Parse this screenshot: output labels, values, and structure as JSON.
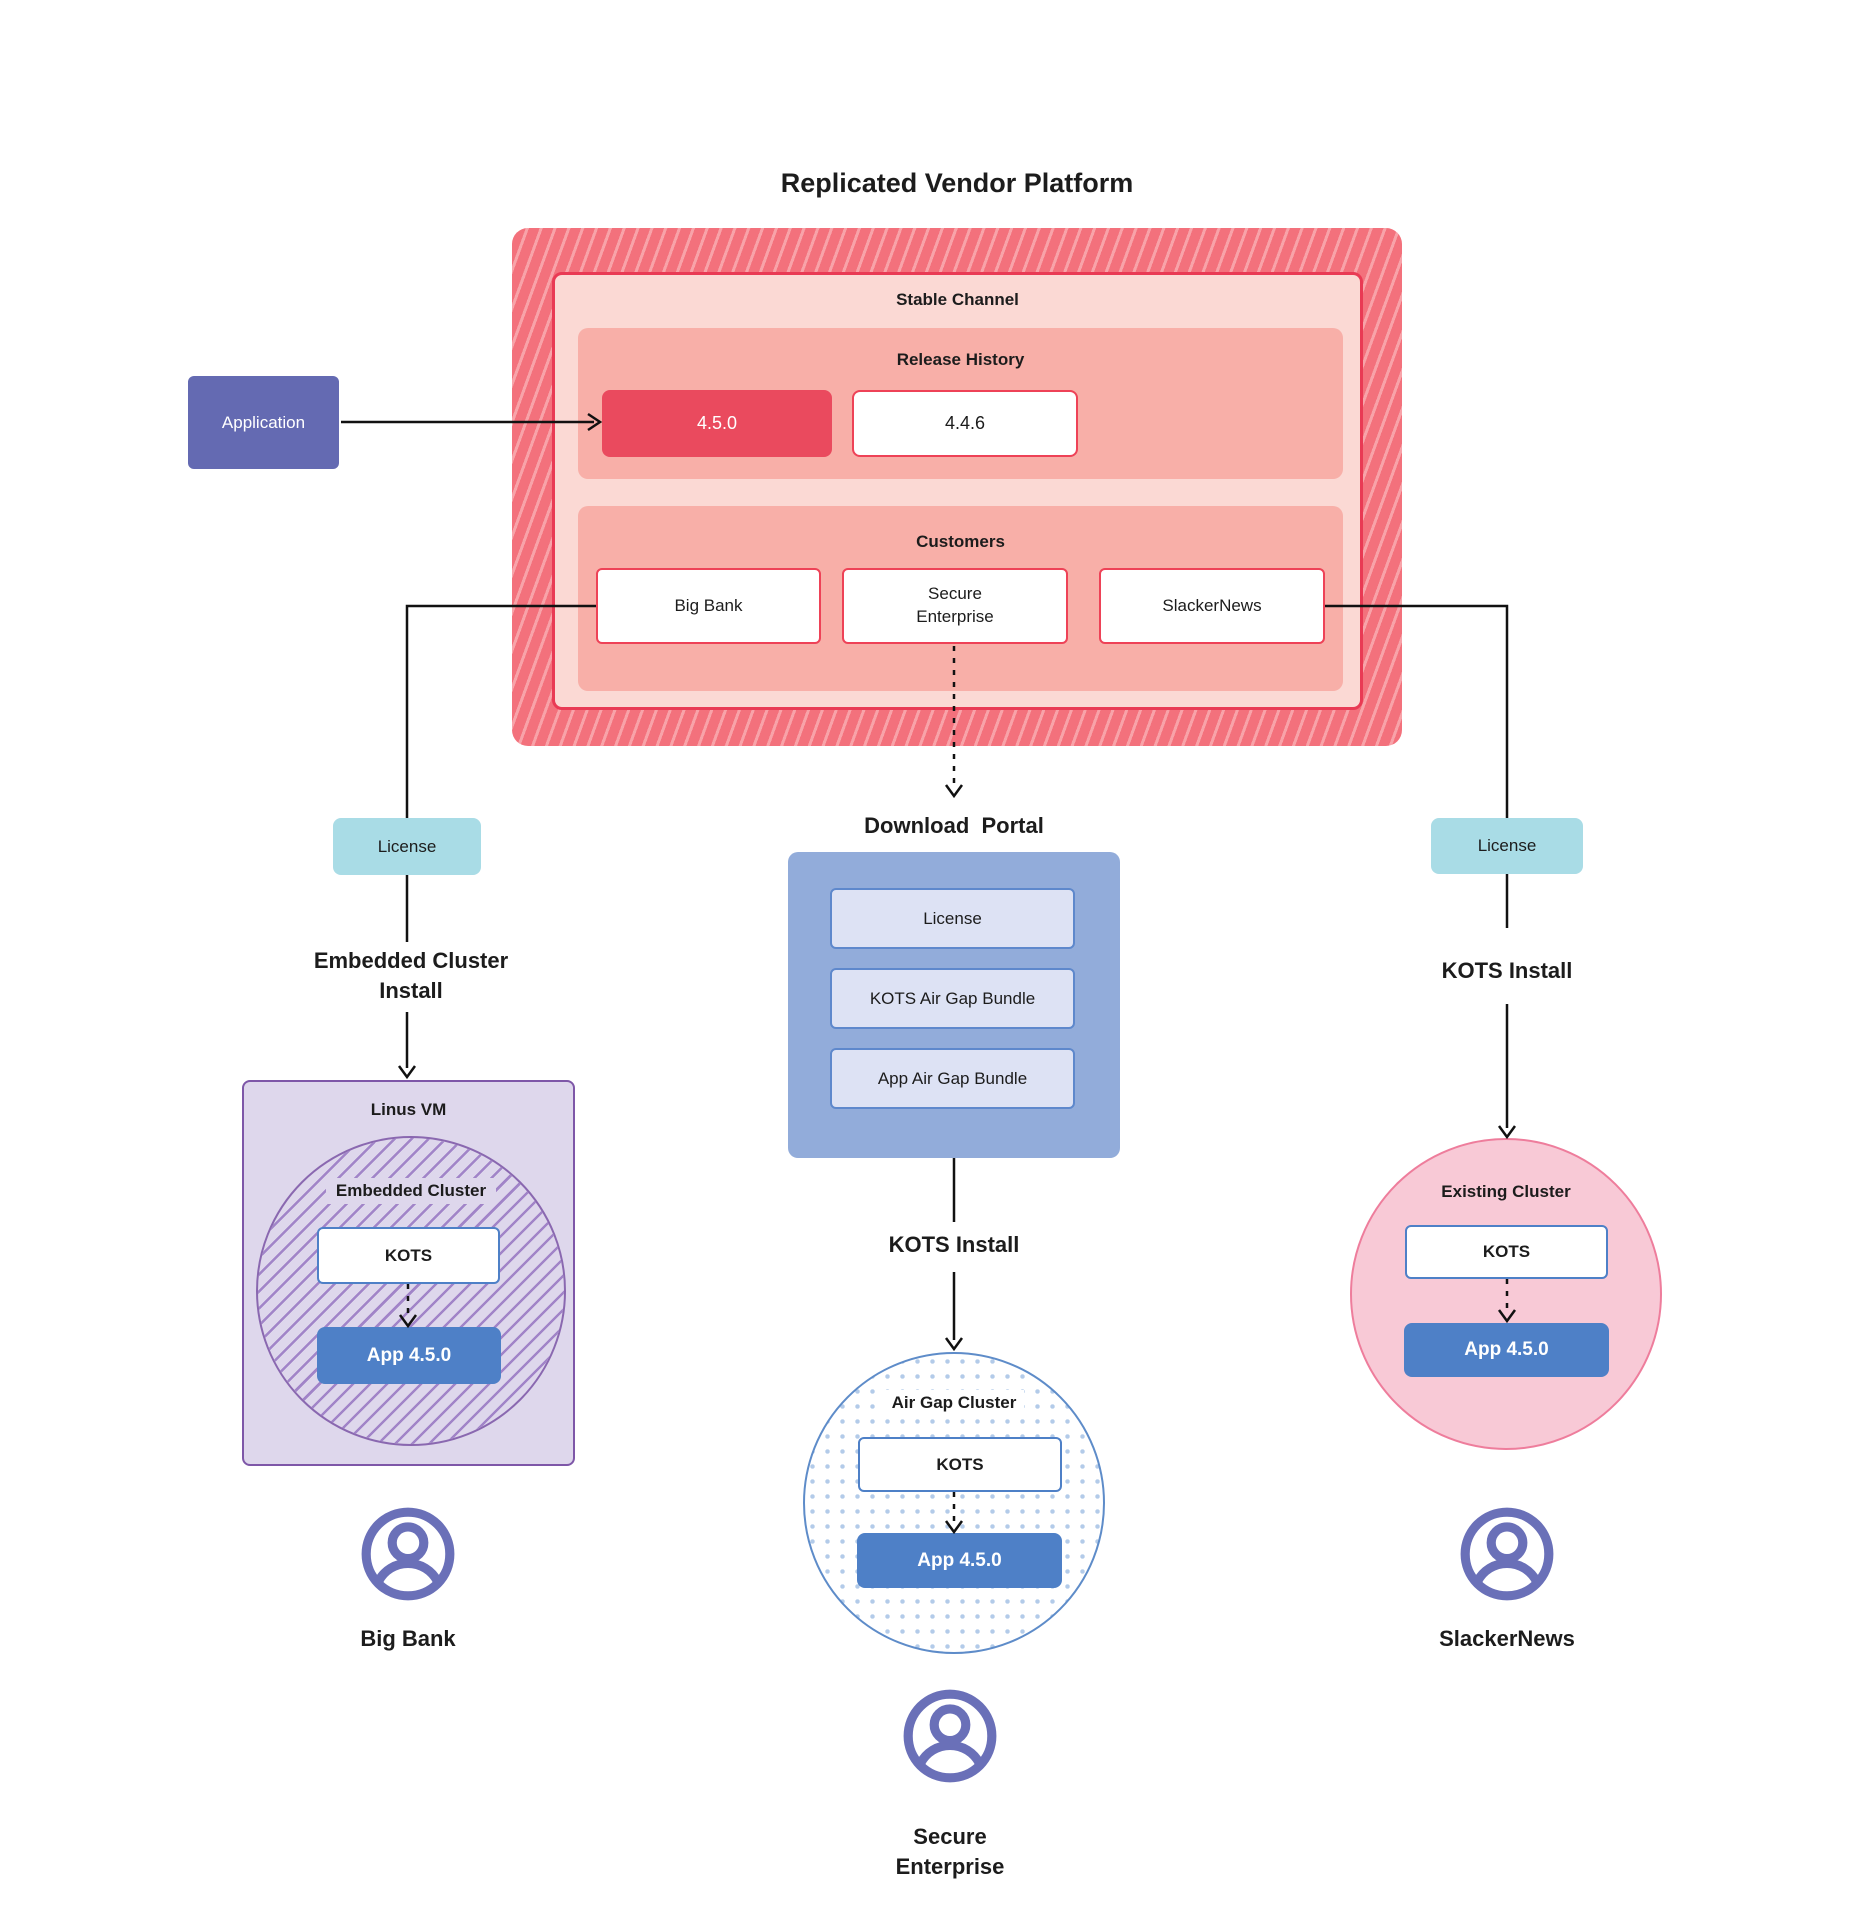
{
  "title": "Replicated Vendor Platform",
  "platform": {
    "stable_channel_label": "Stable Channel",
    "release_history": {
      "label": "Release History",
      "releases": [
        {
          "version": "4.5.0",
          "state": "current"
        },
        {
          "version": "4.4.6",
          "state": "previous"
        }
      ]
    },
    "customers": {
      "label": "Customers",
      "items": [
        {
          "name": "Big Bank"
        },
        {
          "name_line1": "Secure",
          "name_line2": "Enterprise"
        },
        {
          "name": "SlackerNews"
        }
      ]
    }
  },
  "application": {
    "label": "Application"
  },
  "left_branch": {
    "license_label": "License",
    "install_line1": "Embedded Cluster",
    "install_line2": "Install",
    "vm_label": "Linus VM",
    "cluster_label": "Embedded Cluster",
    "kots_label": "KOTS",
    "app_label": "App 4.5.0",
    "customer_name": "Big Bank"
  },
  "middle_branch": {
    "portal_label": "Download  Portal",
    "portal_items": [
      {
        "label": "License"
      },
      {
        "label": "KOTS Air Gap Bundle"
      },
      {
        "label": "App Air Gap Bundle"
      }
    ],
    "install_label": "KOTS Install",
    "cluster_label": "Air Gap Cluster",
    "kots_label": "KOTS",
    "app_label": "App 4.5.0",
    "customer_line1": "Secure",
    "customer_line2": "Enterprise"
  },
  "right_branch": {
    "license_label": "License",
    "install_label": "KOTS Install",
    "cluster_label": "Existing Cluster",
    "kots_label": "KOTS",
    "app_label": "App 4.5.0",
    "customer_name": "SlackerNews"
  },
  "colors": {
    "hatch_red_base": "#f3717c",
    "hatch_red_stripe": "#f8a3a9",
    "stable_bg": "#fbd9d4",
    "stable_border": "#e93a54",
    "section_salmon": "#f8afa8",
    "release_current_bg": "#ea4a5e",
    "customer_border": "#ee4257",
    "application_bg": "#646ab2",
    "license_chip_bg": "#a9dce6",
    "portal_bg": "#92acda",
    "portal_item_bg": "#dde2f4",
    "portal_item_border": "#5e88cc",
    "app_box_bg": "#4e80c7",
    "vm_bg": "#ded7ec",
    "vm_border": "#7e57a8",
    "purple_hatch": "#a184c8",
    "airgap_border": "#5e8cc9",
    "airgap_dot": "#b3cbe9",
    "existing_bg": "#f8c9d6",
    "existing_border": "#ee7d9c",
    "user_icon": "#6a70b8",
    "wire": "#111111"
  }
}
